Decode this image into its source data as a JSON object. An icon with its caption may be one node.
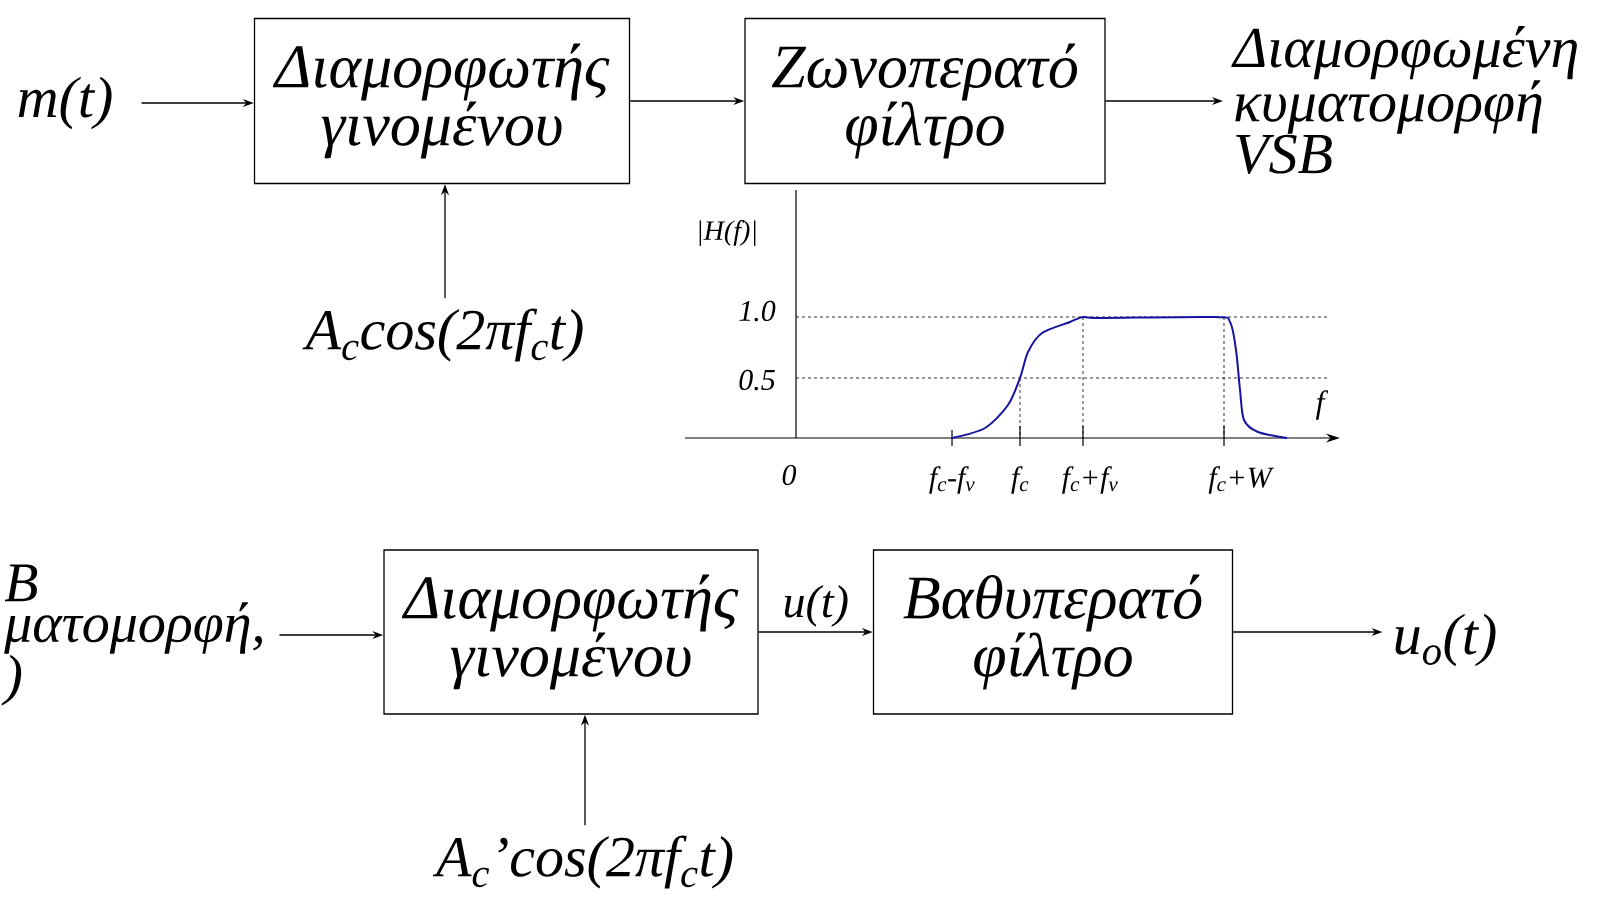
{
  "diagram": {
    "nodes": [
      {
        "text": [
          "m(t)"
        ]
      },
      {
        "text": [
          "Διαμορφωτής γινομένου"
        ]
      },
      {
        "text": [
          "Ζωνοπερατό φίλτρο"
        ]
      },
      {
        "text": [
          "Διαμορφωμένη κυματομορφή VSB"
        ]
      },
      {
        "text": [
          "A$_{c}$cos(2πf$_{c}$t)"
        ]
      },
      {
        "text": [
          "B ματομορφή, )"
        ]
      },
      {
        "text": [
          "Διαμορφωτής γινομένου"
        ]
      },
      {
        "text": [
          "Βαθυπερατό φίλτρο"
        ]
      },
      {
        "text": [
          "u$_{o}$(t)"
        ]
      },
      {
        "text": [
          "A$_{c}$’cos(2πf$_{c}$t)"
        ]
      }
    ],
    "edges": [
      {
        "from": 0,
        "to": 1,
        "arrow": "to"
      },
      {
        "from": 4,
        "to": 1,
        "arrow": "to"
      },
      {
        "from": 1,
        "to": 2,
        "arrow": "to"
      },
      {
        "from": 2,
        "to": 3,
        "arrow": "to"
      },
      {
        "from": 5,
        "to": 6,
        "arrow": "to"
      },
      {
        "from": 9,
        "to": 6,
        "arrow": "to"
      },
      {
        "from": 6,
        "to": 7,
        "label": "u(t)",
        "arrow": "to"
      },
      {
        "from": 7,
        "to": 8,
        "arrow": "to"
      }
    ],
    "labels": [
      "|H(f)|",
      "1.0",
      "0.5",
      "f",
      "0",
      "f$_{c}$-f$_{v}$",
      "f$_{c}$",
      "f$_{c}$+f$_{v}$",
      "f$_{c}$+W"
    ]
  }
}
